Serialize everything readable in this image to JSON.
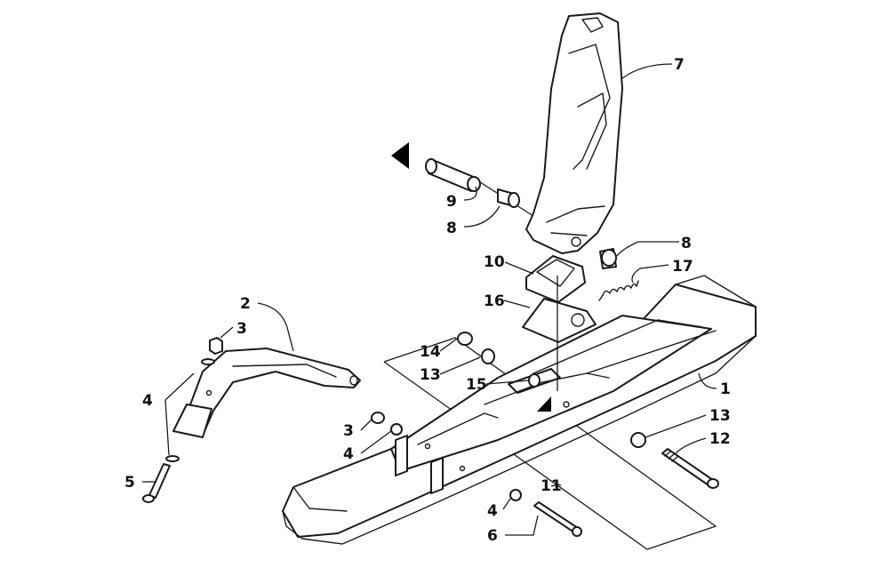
{
  "callouts": {
    "c1": "1",
    "c2": "2",
    "c3a": "3",
    "c3b": "3",
    "c4a": "4",
    "c4b": "4",
    "c4c": "4",
    "c5": "5",
    "c6": "6",
    "c7": "7",
    "c8a": "8",
    "c8b": "8",
    "c9": "9",
    "c10": "10",
    "c11": "11",
    "c12": "12",
    "c13a": "13",
    "c13b": "13",
    "c14": "14",
    "c15": "15",
    "c16": "16",
    "c17": "17"
  }
}
